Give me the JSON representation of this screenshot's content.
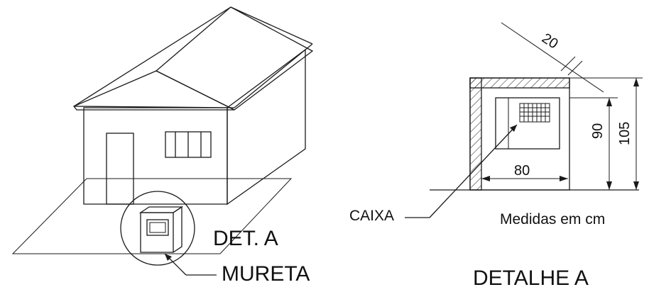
{
  "labels": {
    "det_a": "DET. A",
    "mureta": "MURETA",
    "caixa": "CAIXA",
    "medidas": "Medidas em cm",
    "detalhe_a": "DETALHE A"
  },
  "dimensions": {
    "thickness": "20",
    "width": "80",
    "box_height": "90",
    "total_height": "105"
  },
  "colors": {
    "roof_shade": "#d9d9d9",
    "wall_shade": "#ececec",
    "line": "#1a1a1a"
  }
}
